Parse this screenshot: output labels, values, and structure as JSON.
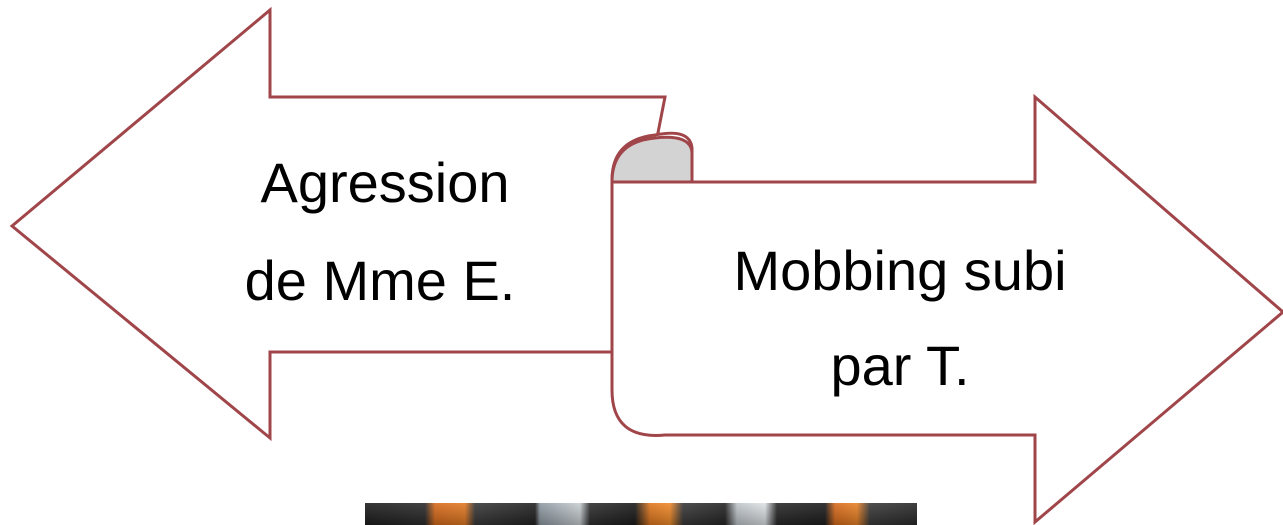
{
  "left_arrow": {
    "line1": "Agression",
    "line2": "de Mme E."
  },
  "right_arrow": {
    "line1": "Mobbing subi",
    "line2": "par T."
  },
  "colors": {
    "outline": "#A0464A",
    "fill": "#FFFFFF",
    "scroll_fold": "#D3D3D3",
    "text": "#000000"
  }
}
